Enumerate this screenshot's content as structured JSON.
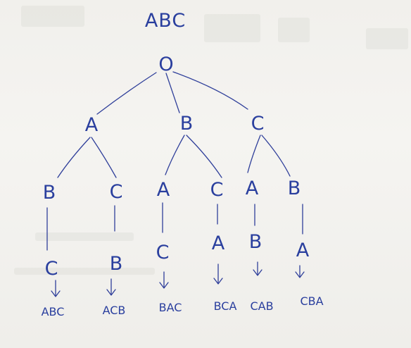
{
  "title": "ABC",
  "tree": {
    "root": "O",
    "level1": [
      "A",
      "B",
      "C"
    ],
    "level2": [
      "B",
      "C",
      "A",
      "C",
      "A",
      "B"
    ],
    "level3": [
      "C",
      "B",
      "C",
      "A",
      "B",
      "A"
    ],
    "results": [
      "ABC",
      "ACB",
      "BAC",
      "BCA",
      "CAB",
      "CBA"
    ]
  },
  "ink_color": "#2a3f9e"
}
